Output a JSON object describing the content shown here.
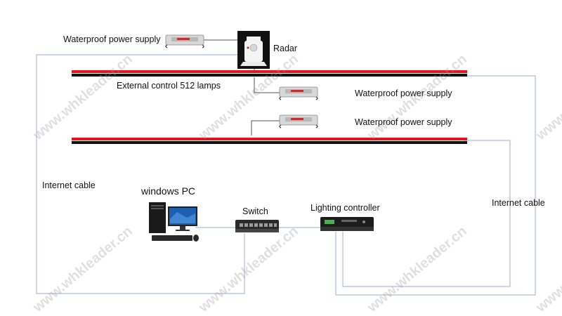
{
  "labels": {
    "psu_top": "Waterproof power supply",
    "radar": "Radar",
    "lamps": "External control 512 lamps",
    "psu_mid": "Waterproof power supply",
    "psu_low": "Waterproof power supply",
    "internet_left": "Internet cable",
    "internet_right": "Internet cable",
    "pc": "windows PC",
    "switch": "Switch",
    "controller": "Lighting controller"
  },
  "watermark": "www.whkleader.cn",
  "colors": {
    "strip_red": "#e8141b",
    "strip_black": "#111111",
    "cable": "#aabfd8",
    "wire": "#555555"
  },
  "icons": {
    "psu": "power-supply-icon",
    "radar": "radar-sensor-icon",
    "pc": "desktop-computer-icon",
    "switch": "network-switch-icon",
    "controller": "lighting-controller-icon"
  }
}
